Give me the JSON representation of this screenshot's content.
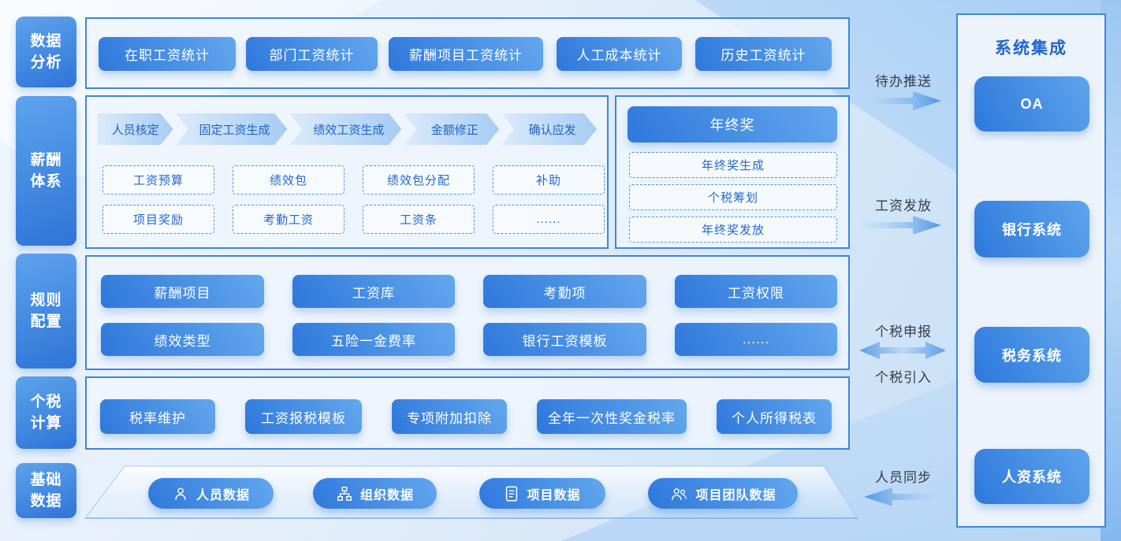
{
  "sidebar": {
    "items": [
      {
        "line1": "数据",
        "line2": "分析"
      },
      {
        "line1": "薪酬",
        "line2": "体系"
      },
      {
        "line1": "规则",
        "line2": "配置"
      },
      {
        "line1": "个税",
        "line2": "计算"
      },
      {
        "line1": "基础",
        "line2": "数据"
      }
    ]
  },
  "sections": {
    "data_analysis": {
      "buttons": [
        "在职工资统计",
        "部门工资统计",
        "薪酬项目工资统计",
        "人工成本统计",
        "历史工资统计"
      ]
    },
    "salary_system": {
      "process_steps": [
        "人员核定",
        "固定工资生成",
        "绩效工资生成",
        "金额修正",
        "确认应发"
      ],
      "modules": [
        "工资预算",
        "绩效包",
        "绩效包分配",
        "补助",
        "项目奖励",
        "考勤工资",
        "工资条",
        "......"
      ],
      "annual_bonus": {
        "title": "年终奖",
        "items": [
          "年终奖生成",
          "个税筹划",
          "年终奖发放"
        ]
      }
    },
    "rule_config": {
      "buttons": [
        "薪酬项目",
        "工资库",
        "考勤项",
        "工资权限",
        "绩效类型",
        "五险一金费率",
        "银行工资模板",
        "......"
      ]
    },
    "tax_calc": {
      "buttons": [
        "税率维护",
        "工资报税模板",
        "专项附加扣除",
        "全年一次性奖金税率",
        "个人所得税表"
      ]
    },
    "base_data": {
      "items": [
        {
          "icon": "user-icon",
          "label": "人员数据"
        },
        {
          "icon": "org-chart-icon",
          "label": "组织数据"
        },
        {
          "icon": "document-icon",
          "label": "项目数据"
        },
        {
          "icon": "team-icon",
          "label": "项目团队数据"
        }
      ]
    }
  },
  "flows": [
    {
      "label": "待办推送",
      "direction": "right"
    },
    {
      "label": "工资发放",
      "direction": "right"
    },
    {
      "label_top": "个税申报",
      "label_bottom": "个税引入",
      "direction": "both"
    },
    {
      "label": "人员同步",
      "direction": "left"
    }
  ],
  "integration": {
    "title": "系统集成",
    "systems": [
      "OA",
      "银行系统",
      "税务系统",
      "人资系统"
    ]
  },
  "colors": {
    "accent": "#2E78DC",
    "accent_light": "#63A7ED",
    "panel_border": "#3E86DC",
    "title_blue": "#2165CE",
    "chip_text": "#2469CF",
    "flow_text": "#333C4A"
  }
}
